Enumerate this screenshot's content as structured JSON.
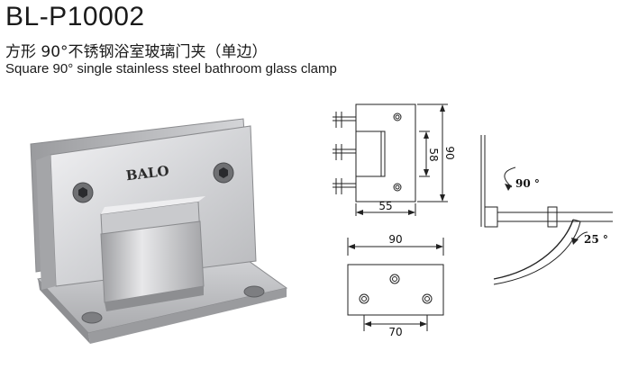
{
  "header": {
    "model": "BL-P10002",
    "title_cn": "方形 90°不锈钢浴室玻璃门夹（单边）",
    "title_en": "Square 90° single  stainless steel bathroom glass clamp"
  },
  "product": {
    "brand_mark": "BALO"
  },
  "drawings": {
    "side_view": {
      "width_label": "55",
      "inner_height_label": "58",
      "outer_height_label": "90"
    },
    "base_view": {
      "top_width_label": "90",
      "hole_spacing_label": "70"
    },
    "swing_view": {
      "open_angle_label": "90 °",
      "back_angle_label": "25 °"
    }
  },
  "colors": {
    "steel_light": "#e4e4e6",
    "steel_mid": "#bdbec1",
    "steel_dark": "#8d8e91",
    "line": "#222222"
  }
}
